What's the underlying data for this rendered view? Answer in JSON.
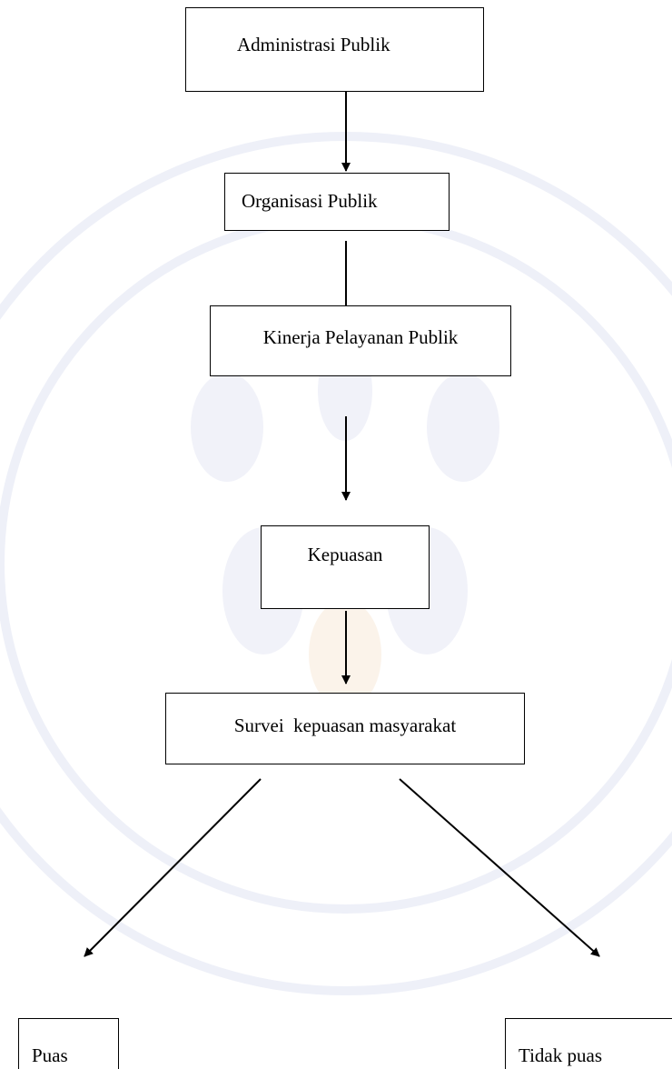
{
  "diagram": {
    "nodes": {
      "admin": "Administrasi Publik",
      "org": "Organisasi Publik",
      "kinerja": "Kinerja Pelayanan Publik",
      "kepuasan": "Kepuasan",
      "survei": "Survei  kepuasan masyarakat",
      "puas": "Puas",
      "tidak_puas": "Tidak puas"
    },
    "edges": [
      {
        "from": "Administrasi Publik",
        "to": "Organisasi Publik"
      },
      {
        "from": "Organisasi Publik",
        "to": "Kinerja Pelayanan Publik"
      },
      {
        "from": "Kinerja Pelayanan Publik",
        "to": "Kepuasan"
      },
      {
        "from": "Kepuasan",
        "to": "Survei  kepuasan masyarakat"
      },
      {
        "from": "Survei  kepuasan masyarakat",
        "to": "Puas"
      },
      {
        "from": "Survei  kepuasan masyarakat",
        "to": "Tidak puas"
      }
    ],
    "colors": {
      "line": "#000000",
      "background": "#ffffff",
      "watermark": "#eef0f8"
    }
  }
}
